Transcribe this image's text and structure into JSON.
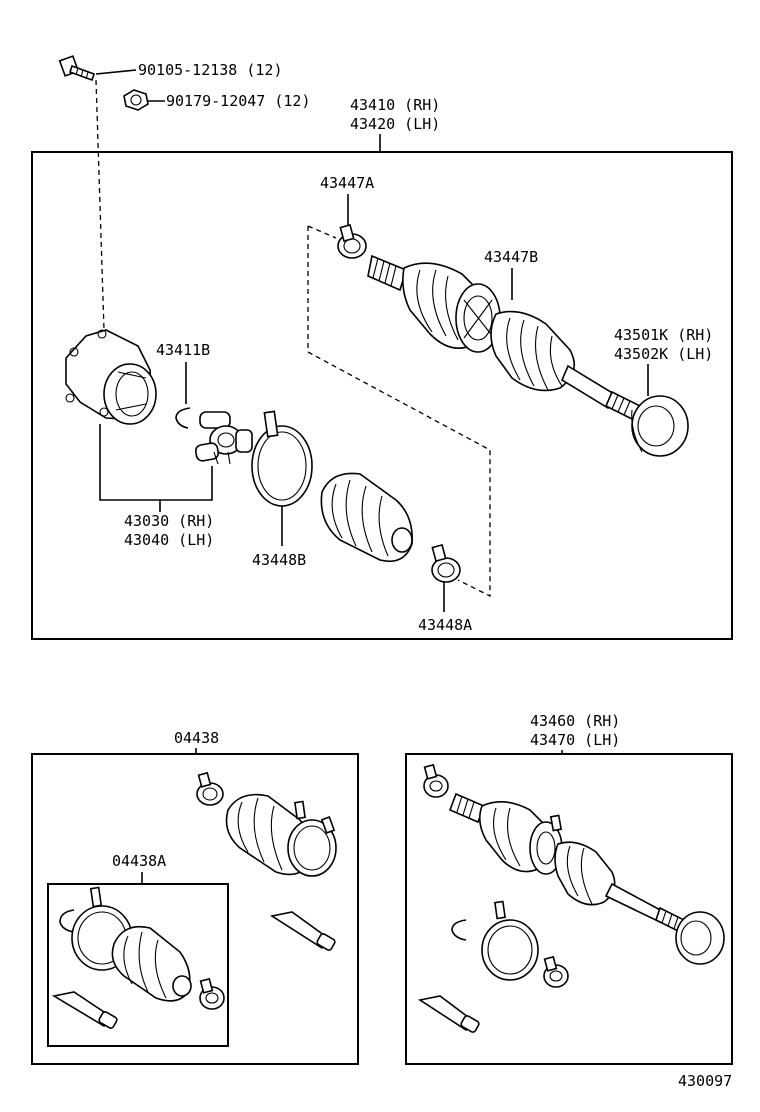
{
  "labels": {
    "bolt": "90105-12138 (12)",
    "nut": "90179-12047 (12)",
    "shaft_rh": "43410 (RH)",
    "shaft_lh": "43420 (LH)",
    "clamp_a": "43447A",
    "clamp_b": "43447B",
    "outer_rh": "43501K (RH)",
    "outer_lh": "43502K (LH)",
    "snap_ring": "43411B",
    "tulip_rh": "43030 (RH)",
    "tulip_lh": "43040 (LH)",
    "band_b": "43448B",
    "band_a": "43448A",
    "kit": "04438",
    "kit_sub": "04438A",
    "assy_rh": "43460 (RH)",
    "assy_lh": "43470 (LH)",
    "figure_no": "430097"
  }
}
